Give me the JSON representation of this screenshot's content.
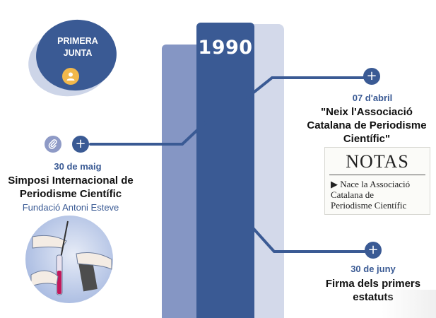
{
  "year": "1990",
  "first_board": {
    "label_line1": "PRIMERA",
    "label_line2": "JUNTA",
    "icon": "user-icon"
  },
  "events": {
    "left": {
      "date": "30 de maig",
      "title_line1": "Simposi Internacional de",
      "title_line2": "Periodisme Científic",
      "subtitle": "Fundació Antoni Esteve",
      "icons": [
        "paperclip-icon",
        "plus-icon"
      ]
    },
    "top_right": {
      "date": "07 d'abril",
      "title_line1": "\"Neix l'Associació",
      "title_line2": "Catalana de Periodisme",
      "title_line3": "Científic\"",
      "icon": "plus-icon",
      "clipping": {
        "heading": "NOTAS",
        "line1": "▶ Nace la Associació",
        "line2": "Catalana de",
        "line3": "Periodisme Científic"
      }
    },
    "bottom_right": {
      "date": "30 de juny",
      "title_line1": "Firma dels primers",
      "title_line2": "estatuts",
      "icon": "plus-icon"
    }
  },
  "colors": {
    "primary": "#3a5a94",
    "secondary": "#8596c4",
    "light": "#d3d9ea",
    "accent": "#f2b84b"
  }
}
